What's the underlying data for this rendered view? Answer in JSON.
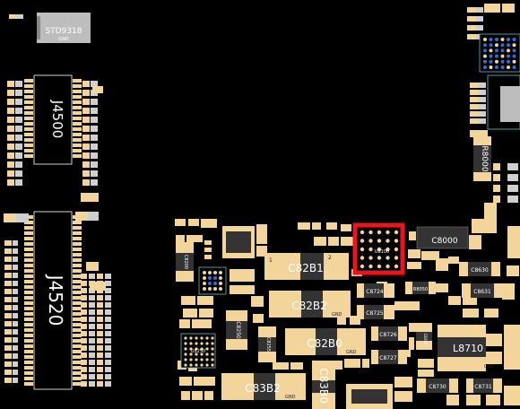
{
  "colors": {
    "background": "#000000",
    "pad": "#f3d49a",
    "body": "#bdbdbd",
    "body_dark": "#333333",
    "label": "#ffffff",
    "highlight": "#e8141e",
    "bga_pad": "#2f6fd6",
    "outline": "#59c3c3"
  },
  "components": {
    "stdb": "STD9318",
    "stdb_gnd": "GND",
    "j4500": "J4500",
    "j4520": "J4520",
    "c82b1": "C82B1",
    "c82b2": "C82B2",
    "c82b0": "C82B0",
    "c83b2": "C83B2",
    "c83b0": "C83B0",
    "c8000": "C8000",
    "l8710": "L8710",
    "u8100": "U8100",
    "r8000": "R8000",
    "c8724": "C8724",
    "c8725": "C8725",
    "c8726": "C8726",
    "c8727": "C8727",
    "c8630": "C8630",
    "c8631": "C8631",
    "c8730": "C8730",
    "c8731": "C8731",
    "u8250": "U8250",
    "c8250": "C8250",
    "c8255": "C8255",
    "u8051": "U8051",
    "r8050": "R8050",
    "c8200": "C8200",
    "c8260": "C8260",
    "gnd_1": "GND",
    "gnd_2": "GND",
    "gnd_3": "GND",
    "gnd_4": "GND",
    "pin_1a": "1",
    "pin_2a": "2"
  },
  "highlighted_component": "U8100"
}
